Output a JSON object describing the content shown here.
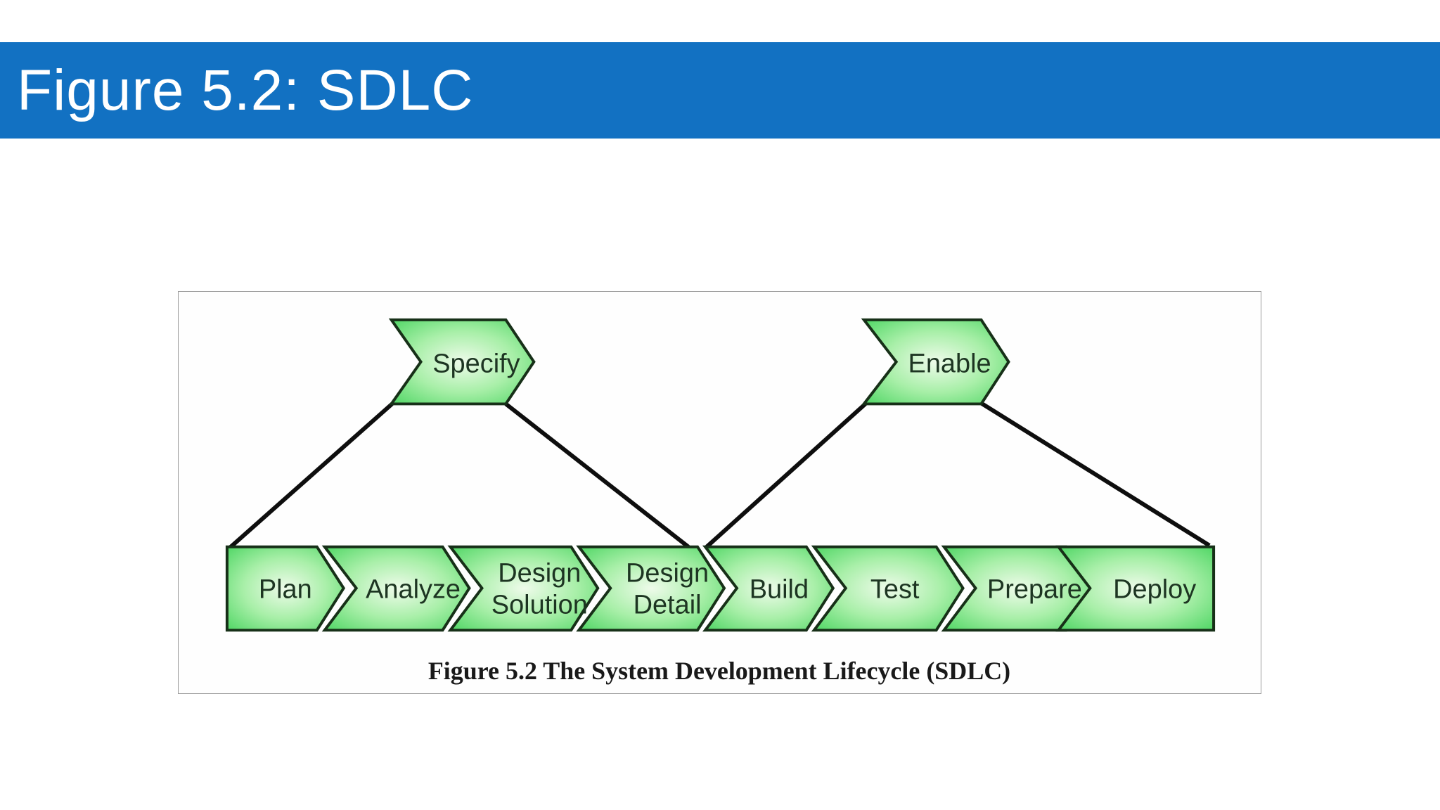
{
  "slide": {
    "title": "Figure 5.2: SDLC"
  },
  "colors": {
    "header_background": "#1271c2",
    "title_text": "#ffffff",
    "chevron_center": "#eefbea",
    "chevron_mid": "#a8efa8",
    "chevron_edge": "#4cd562",
    "chevron_outline": "#173018",
    "connector_line": "#0e0e0e",
    "label_text": "#1d3522",
    "caption_text": "#191919",
    "figure_border": "#9a9a9a"
  },
  "diagram": {
    "caption": "Figure 5.2 The System Development Lifecycle (SDLC)",
    "top_row": [
      {
        "label": "Specify"
      },
      {
        "label": "Enable"
      }
    ],
    "bottom_row": [
      {
        "line1": "Plan"
      },
      {
        "line1": "Analyze"
      },
      {
        "line1": "Design",
        "line2": "Solution"
      },
      {
        "line1": "Design",
        "line2": "Detail"
      },
      {
        "line1": "Build"
      },
      {
        "line1": "Test"
      },
      {
        "line1": "Prepare"
      },
      {
        "line1": "Deploy"
      }
    ]
  }
}
